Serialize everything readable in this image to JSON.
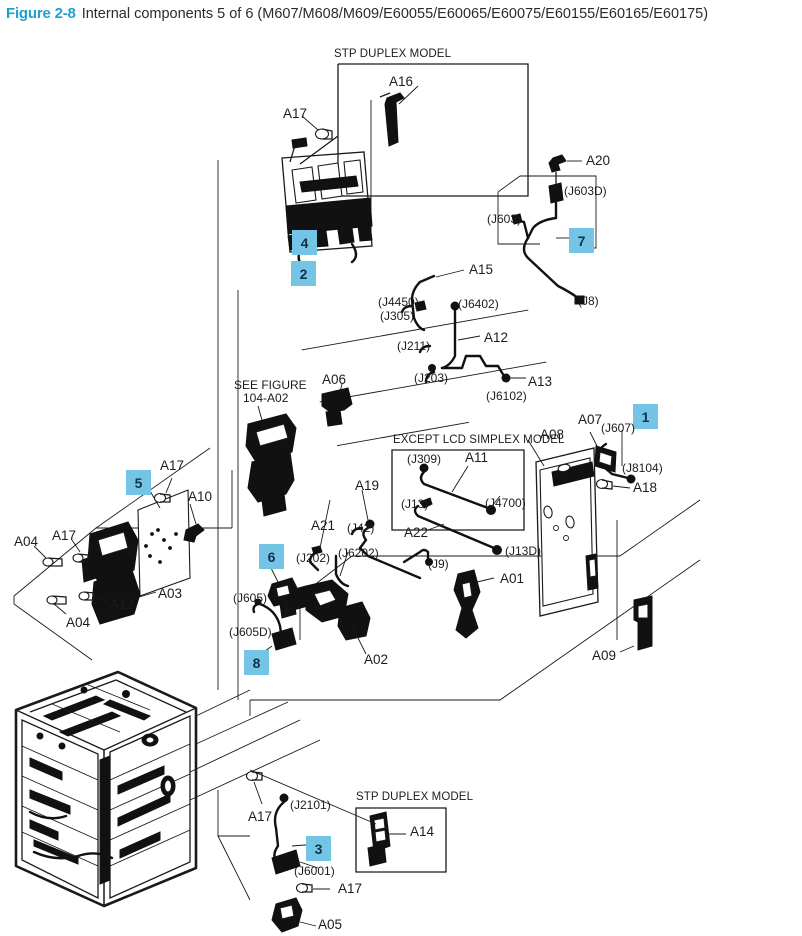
{
  "caption": {
    "figure_number": "Figure 2-8",
    "text": "Internal components 5 of 6 (M607/M608/M609/E60055/E60065/E60075/E60155/E60165/E60175)"
  },
  "colors": {
    "callout_fill": "#74c4e6",
    "figure_number": "#1e9fd0",
    "line": "#1a1a1a"
  },
  "boxes": [
    {
      "title": "STP DUPLEX MODEL"
    },
    {
      "title": "EXCEPT LCD SIMPLEX MODEL"
    },
    {
      "title": "STP DUPLEX MODEL"
    }
  ],
  "callouts": [
    {
      "number": "1"
    },
    {
      "number": "2"
    },
    {
      "number": "3"
    },
    {
      "number": "4"
    },
    {
      "number": "5"
    },
    {
      "number": "6"
    },
    {
      "number": "7"
    },
    {
      "number": "8"
    }
  ],
  "part_labels": [
    {
      "id": "A16"
    },
    {
      "id": "A17"
    },
    {
      "id": "A20"
    },
    {
      "id": "A15"
    },
    {
      "id": "A12"
    },
    {
      "id": "A13"
    },
    {
      "id": "A06"
    },
    {
      "id": "A07"
    },
    {
      "id": "A08"
    },
    {
      "id": "A11"
    },
    {
      "id": "A18"
    },
    {
      "id": "A19"
    },
    {
      "id": "A21"
    },
    {
      "id": "A22"
    },
    {
      "id": "A10"
    },
    {
      "id": "A03"
    },
    {
      "id": "A04"
    },
    {
      "id": "A01"
    },
    {
      "id": "A02"
    },
    {
      "id": "A09"
    },
    {
      "id": "A14"
    },
    {
      "id": "A05"
    }
  ],
  "connector_labels": [
    {
      "id": "(J603D)"
    },
    {
      "id": "(J603)"
    },
    {
      "id": "(J8)"
    },
    {
      "id": "(J4450)"
    },
    {
      "id": "(J305)"
    },
    {
      "id": "(J6402)"
    },
    {
      "id": "(J211)"
    },
    {
      "id": "(J203)"
    },
    {
      "id": "(J6102)"
    },
    {
      "id": "(J607)"
    },
    {
      "id": "(J8104)"
    },
    {
      "id": "(J309)"
    },
    {
      "id": "(J4700)"
    },
    {
      "id": "(J13)"
    },
    {
      "id": "(J13D)"
    },
    {
      "id": "(J42)"
    },
    {
      "id": "(J9)"
    },
    {
      "id": "(J202)"
    },
    {
      "id": "(J6202)"
    },
    {
      "id": "(J605)"
    },
    {
      "id": "(J605D)"
    },
    {
      "id": "(J2101)"
    },
    {
      "id": "(J6001)"
    }
  ],
  "notes": [
    {
      "line1": "SEE FIGURE",
      "line2": "104-A02"
    }
  ],
  "annotations": {
    "a16": "A16",
    "a17_top": "A17",
    "a20": "A20",
    "j603d": "(J603D)",
    "j603": "(J603)",
    "j8": "(J8)",
    "a15": "A15",
    "j4450": "(J4450)",
    "j305": "(J305)",
    "j6402": "(J6402)",
    "a12": "A12",
    "j211": "(J211)",
    "j203": "(J203)",
    "a13": "A13",
    "j6102": "(J6102)",
    "see_figure_l1": "SEE FIGURE",
    "see_figure_l2": "104-A02",
    "a06": "A06",
    "except_lcd": "EXCEPT LCD SIMPLEX MODEL",
    "stp_duplex_top": "STP DUPLEX MODEL",
    "stp_duplex_bottom": "STP DUPLEX MODEL",
    "j309": "(J309)",
    "a11": "A11",
    "j4700": "(J4700)",
    "j13": "(J13)",
    "a22": "A22",
    "j13d": "(J13D)",
    "a07": "A07",
    "j607": "(J607)",
    "j8104": "(J8104)",
    "a08": "A08",
    "a18": "A18",
    "a19": "A19",
    "j42": "(J42)",
    "a21": "A21",
    "j202": "(J202)",
    "j6202": "(J6202)",
    "j9": "(J9)",
    "a01": "A01",
    "a02": "A02",
    "a09": "A09",
    "a17_mid": "A17",
    "a10": "A10",
    "a04_left": "A04",
    "a17_left": "A17",
    "a03": "A03",
    "a17_left2": "A17",
    "a04_left2": "A04",
    "j605": "(J605)",
    "j605d": "(J605D)",
    "a17_bottom1": "A17",
    "j2101": "(J2101)",
    "j6001": "(J6001)",
    "a17_bottom2": "A17",
    "a14": "A14",
    "a05": "A05"
  }
}
